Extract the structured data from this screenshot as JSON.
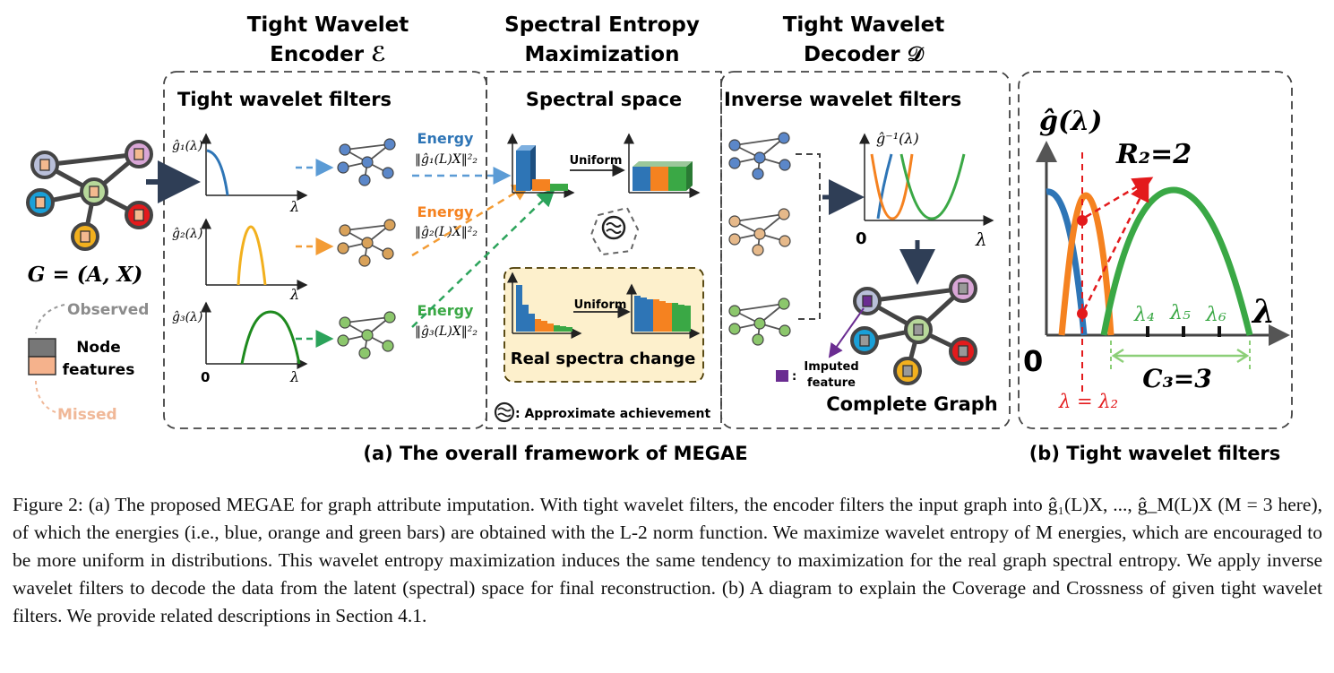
{
  "headers": {
    "encoder_l1": "Tight Wavelet",
    "encoder_l2": "Encoder ℰ",
    "entropy_l1": "Spectral Entropy",
    "entropy_l2": "Maximization",
    "decoder_l1": "Tight Wavelet",
    "decoder_l2": "Decoder 𝒟"
  },
  "panel_a": {
    "filters_title": "Tight wavelet filters",
    "spectral_title": "Spectral space",
    "inverse_title": "Inverse wavelet filters",
    "graph_label": "G = (A, X)",
    "legend_observed": "Observed",
    "legend_node_1": "Node",
    "legend_node_2": "features",
    "legend_missed": "Missed",
    "filter_labels": [
      "ĝ₁(λ)",
      "ĝ₂(λ)",
      "ĝ₃(λ)"
    ],
    "axis_lambda": "λ",
    "axis_zero": "0",
    "energy_label": "Energy",
    "energy_formulas": [
      "‖ĝ₁(L)X‖²₂",
      "‖ĝ₂(L)X‖²₂",
      "‖ĝ₃(L)X‖²₂"
    ],
    "uniform_label": "Uniform",
    "real_spectra_label": "Real spectra change",
    "approx_label": ": Approximate achievement",
    "inverse_axis_label": "ĝ⁻¹(λ)",
    "imputed_label_1": "Imputed",
    "imputed_label_2": "feature",
    "complete_graph_label": "Complete Graph",
    "caption": "(a) The overall framework of MEGAE"
  },
  "panel_b": {
    "y_label": "ĝ(λ)",
    "r2_label": "R₂=2",
    "lambda_label": "λ",
    "zero_label": "0",
    "lambda_ticks": [
      "λ₄",
      "λ₅",
      "λ₆"
    ],
    "c3_label": "C₃=3",
    "lambda_eq": "λ = λ₂",
    "caption": "(b) Tight wavelet filters"
  },
  "colors": {
    "blue": "#2e75b6",
    "orange": "#f58220",
    "green": "#3aa845",
    "dark_green": "#1e8a1e",
    "yellow": "#f2b01e",
    "red": "#e31a1c",
    "dark_arrow": "#2f3e56",
    "purple": "#6a2c91",
    "highlight_bg": "#fdf0cc",
    "highlight_border": "#4a3a00"
  },
  "figure_caption": "Figure 2: (a) The proposed MEGAE for graph attribute imputation. With tight wavelet filters, the encoder filters the input graph into ĝ₁(L)X, ..., ĝ_M(L)X (M = 3 here), of which the energies (i.e., blue, orange and green bars) are obtained with the L-2 norm function. We maximize wavelet entropy of M energies, which are encouraged to be more uniform in distributions. This wavelet entropy maximization induces the same tendency to maximization for the real graph spectral entropy. We apply inverse wavelet filters to decode the data from the latent (spectral) space for final reconstruction. (b) A diagram to explain the Coverage and Crossness of given tight wavelet filters. We provide related descriptions in Section 4.1."
}
